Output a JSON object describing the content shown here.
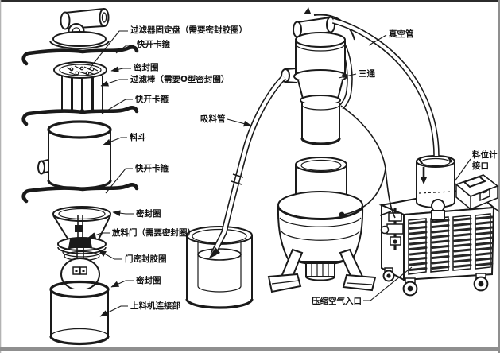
{
  "diagram": {
    "colors": {
      "line": "#1a1a1a",
      "background": "#ffffff",
      "frame": "#8f8f8f"
    },
    "labels": {
      "filter_plate": "过滤器固定盘（需要密封胶圈）",
      "clamp_top": "快开卡箍",
      "seal_ring_top": "密封圈",
      "filter_rod": "过滤棒（需要O型密封圈）",
      "clamp_mid": "快开卡箍",
      "hopper": "料斗",
      "clamp_bottom": "快开卡箍",
      "seal_ring_mid": "密封圈",
      "discharge_door": "放料门（需要密封圈）",
      "door_seal_ring": "门密封胶圈",
      "seal_ring_bottom": "密封圈",
      "feeder_connection": "上料机连接部",
      "vacuum_pipe": "真空管",
      "tee": "三通",
      "suction_pipe": "吸料管",
      "level_gauge_port": [
        "料位计",
        "接口"
      ],
      "compressed_air_inlet": "压缩空气入口"
    }
  }
}
